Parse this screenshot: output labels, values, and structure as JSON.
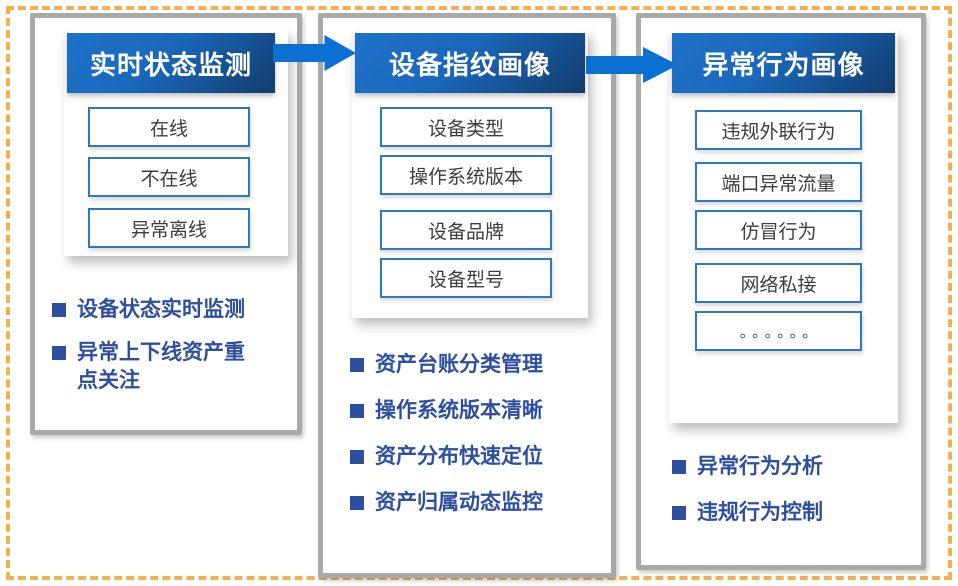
{
  "colors": {
    "frame-dash": "#f3b04c",
    "panel-border": "#a9a9a9",
    "header-grad-start": "#1d73ca",
    "header-grad-end": "#123c6d",
    "arrow-blue": "#0b70d1",
    "box-border": "#2d79bd",
    "box-text": "#3d3d3d",
    "bullet-text": "#2e4f9e"
  },
  "columns": [
    {
      "title": "实时状态监测",
      "items": [
        "在线",
        "不在线",
        "异常离线"
      ],
      "bullets": [
        "设备状态实时监测",
        "异常上下线资产重点关注"
      ]
    },
    {
      "title": "设备指纹画像",
      "items": [
        "设备类型",
        "操作系统版本",
        "设备品牌",
        "设备型号"
      ],
      "bullets": [
        "资产台账分类管理",
        "操作系统版本清晰",
        "资产分布快速定位",
        "资产归属动态监控"
      ]
    },
    {
      "title": "异常行为画像",
      "items": [
        "违规外联行为",
        "端口异常流量",
        "仿冒行为",
        "网络私接",
        "。。。。。。"
      ],
      "bullets": [
        "异常行为分析",
        "违规行为控制"
      ]
    }
  ],
  "arrows": [
    {
      "from": "实时状态监测",
      "to": "设备指纹画像"
    },
    {
      "from": "设备指纹画像",
      "to": "异常行为画像"
    }
  ]
}
